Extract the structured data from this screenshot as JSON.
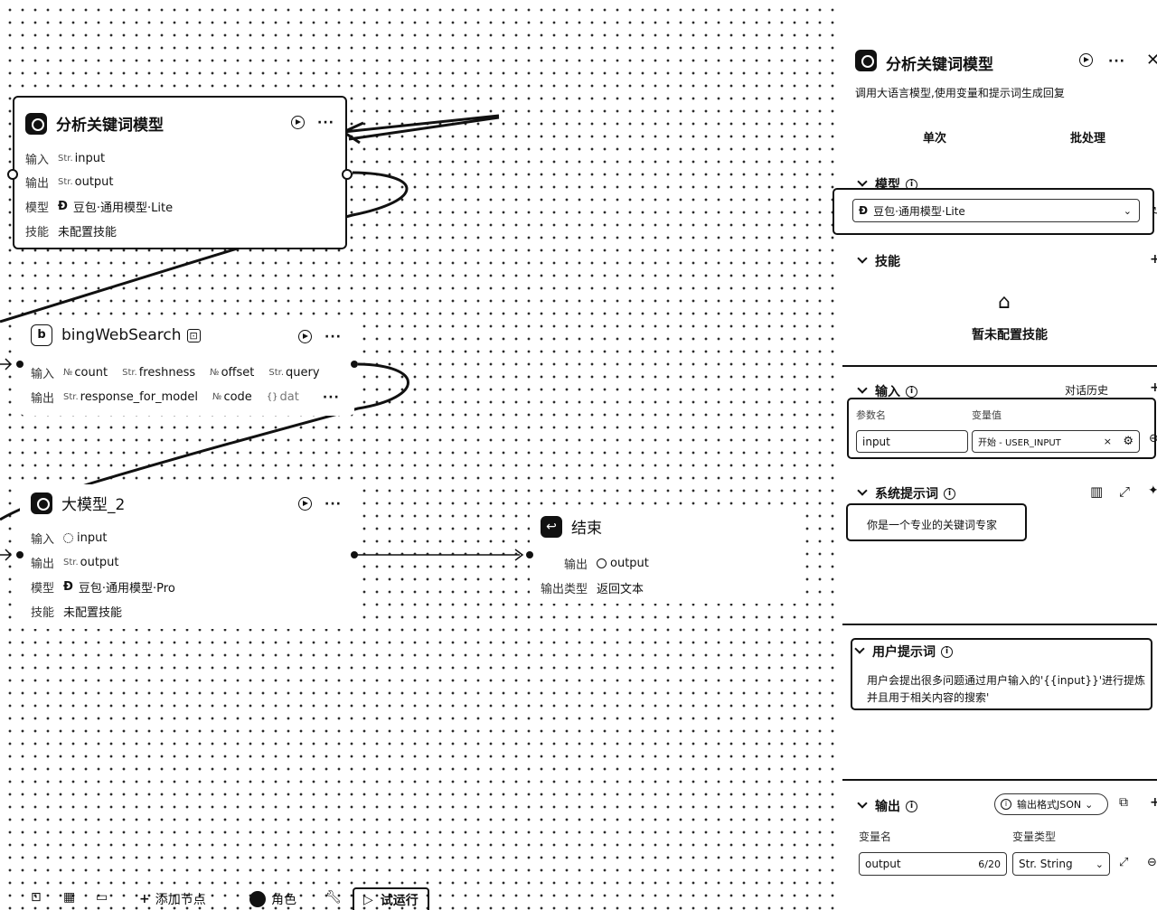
{
  "canvas": {
    "nodes": {
      "analyze": {
        "title": "分析关键词模型",
        "input_label": "输入",
        "input_type": "Str.",
        "input_name": "input",
        "output_label": "输出",
        "output_type": "Str.",
        "output_name": "output",
        "model_label": "模型",
        "model_value": "豆包·通用模型·Lite",
        "skill_label": "技能",
        "skill_value": "未配置技能"
      },
      "bing": {
        "title": "bingWebSearch",
        "input_label": "输入",
        "inputs": [
          {
            "type": "№",
            "name": "count"
          },
          {
            "type": "Str.",
            "name": "freshness"
          },
          {
            "type": "№",
            "name": "offset"
          },
          {
            "type": "Str.",
            "name": "query"
          }
        ],
        "output_label": "输出",
        "outputs": [
          {
            "type": "Str.",
            "name": "response_for_model"
          },
          {
            "type": "№",
            "name": "code"
          },
          {
            "type": "{}",
            "name": "dat"
          }
        ],
        "overflow": "···"
      },
      "llm2": {
        "title": "大模型_2",
        "input_label": "输入",
        "input_name": "input",
        "output_label": "输出",
        "output_type": "Str.",
        "output_name": "output",
        "model_label": "模型",
        "model_value": "豆包·通用模型·Pro",
        "skill_label": "技能",
        "skill_value": "未配置技能"
      },
      "end": {
        "title": "结束",
        "output_label": "输出",
        "output_name": "output",
        "output_type_label": "输出类型",
        "output_type_value": "返回文本"
      }
    }
  },
  "bottombar": {
    "add_node": "添加节点",
    "role": "角色",
    "test_run": "试运行"
  },
  "panel": {
    "title": "分析关键词模型",
    "description": "调用大语言模型,使用变量和提示词生成回复",
    "tabs": [
      "单次",
      "批处理"
    ],
    "model_section": "模型",
    "model_value": "豆包·通用模型·Lite",
    "skills_section": "技能",
    "skills_empty": "暂未配置技能",
    "input_section": "输入",
    "chat_history": "对话历史",
    "param_name_header": "参数名",
    "var_value_header": "变量值",
    "param_name_value": "input",
    "var_value": "开始 - USER_INPUT",
    "system_prompt_section": "系统提示词",
    "system_prompt_text": "你是一个专业的关键词专家",
    "user_prompt_section": "用户提示词",
    "user_prompt_text": "用户会提出很多问题通过用户输入的'{{input}}'进行提炼并且用于相关内容的搜索'",
    "output_section": "输出",
    "output_format": "输出格式JSON",
    "var_name_header": "变量名",
    "var_type_header": "变量类型",
    "output_var_name": "output",
    "output_var_count": "6/20",
    "output_var_type": "Str. String"
  },
  "colors": {
    "ink": "#111111",
    "canvas_dot": "#2a2a2a",
    "background": "#ffffff"
  }
}
